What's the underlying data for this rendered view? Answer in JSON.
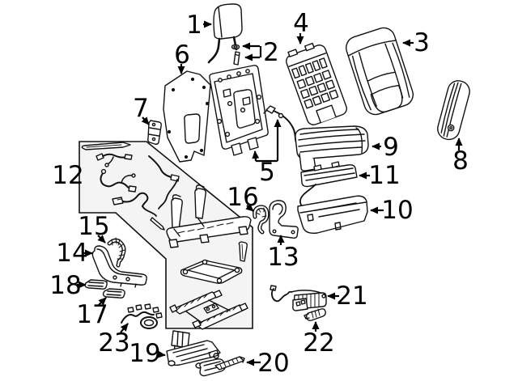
{
  "colors": {
    "line": "#000000",
    "background": "#ffffff",
    "group_box_fill": "#f4f4f4"
  },
  "callouts": [
    "1",
    "2",
    "3",
    "4",
    "5",
    "6",
    "7",
    "8",
    "9",
    "10",
    "11",
    "12",
    "13",
    "14",
    "15",
    "16",
    "17",
    "18",
    "19",
    "20",
    "21",
    "22",
    "23"
  ]
}
